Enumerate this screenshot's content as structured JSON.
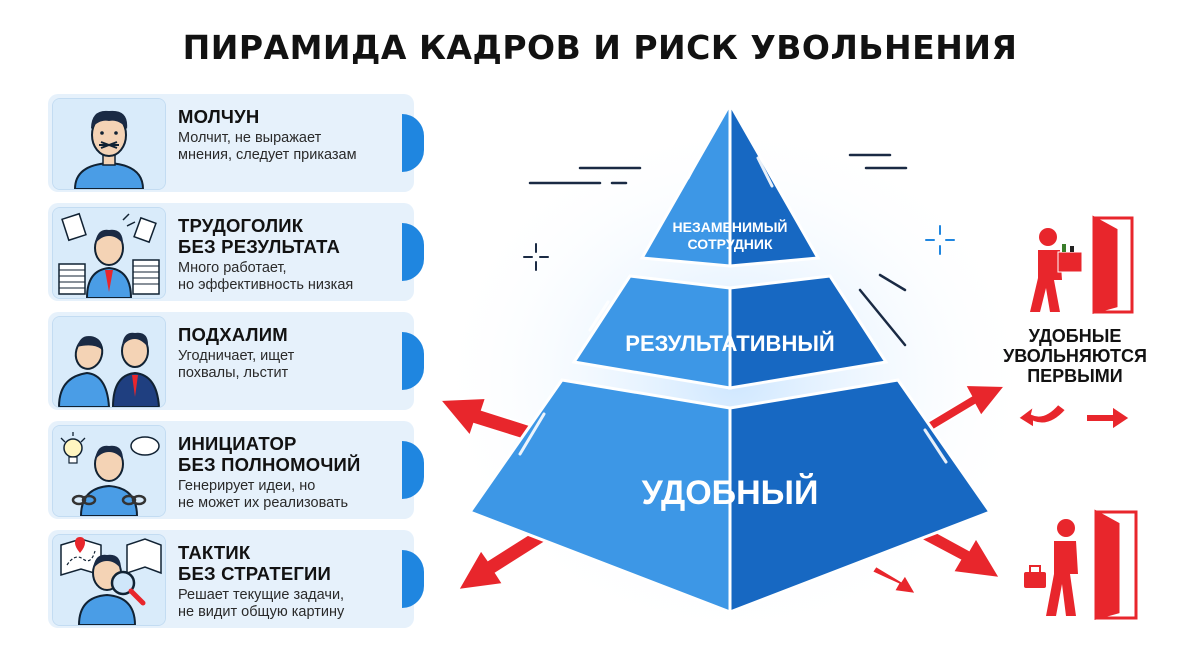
{
  "title": "ПИРАМИДА КАДРОВ И РИСК УВОЛЬНЕНИЯ",
  "colors": {
    "accent_blue": "#1f86e0",
    "pyramid_light": "#3d97e6",
    "pyramid_dark": "#1768c2",
    "card_bg": "#e6f1fb",
    "arrow_red": "#e8262c"
  },
  "cards": [
    {
      "icon": "silent-man-icon",
      "name": "МОЛЧУН",
      "desc": "Молчит, не выражает\nмнения, следует приказам"
    },
    {
      "icon": "workaholic-icon",
      "name": "ТРУДОГОЛИК\nБЕЗ РЕЗУЛЬТАТА",
      "desc": "Много работает,\nно эффективность низкая"
    },
    {
      "icon": "flatterer-icon",
      "name": "ПОДХАЛИМ",
      "desc": "Угодничает, ищет\nпохвалы, льстит"
    },
    {
      "icon": "chained-initiator-icon",
      "name": "ИНИЦИАТОР\nБЕЗ ПОЛНОМОЧИЙ",
      "desc": "Генерирует идеи, но\nне может их реализовать"
    },
    {
      "icon": "tactician-map-icon",
      "name": "ТАКТИК\nБЕЗ СТРАТЕГИИ",
      "desc": "Решает текущие задачи,\nне видит общую картину"
    }
  ],
  "pyramid": {
    "top": "НЕЗАМЕНИМЫЙ\nСОТРУДНИК",
    "middle": "РЕЗУЛЬТАТИВНЫЙ",
    "bottom": "УДОБНЫЙ"
  },
  "exit_label": "УДОБНЫЕ\nУВОЛЬНЯЮТСЯ\nПЕРВЫМИ",
  "right_icons": [
    "person-carrying-box-icon",
    "open-door-icon",
    "person-with-briefcase-icon",
    "open-door-icon"
  ]
}
